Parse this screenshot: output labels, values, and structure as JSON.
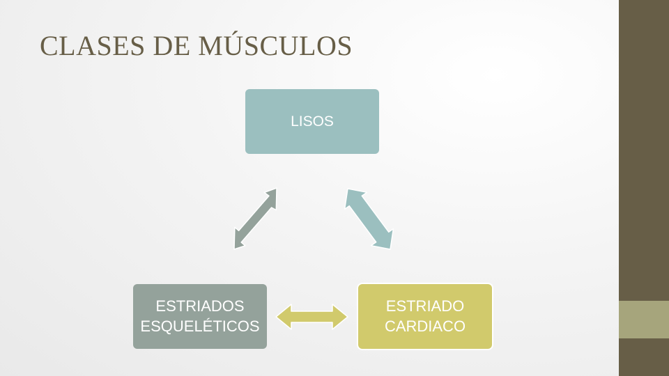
{
  "slide": {
    "title": "CLASES DE MÚSCULOS"
  },
  "diagram": {
    "nodes": {
      "lisos": "LISOS",
      "esqueleticos": "ESTRIADOS\nESQUELÉTICOS",
      "cardiaco": "ESTRIADO\nCARDIACO"
    },
    "connections": [
      {
        "from": "lisos",
        "to": "esqueleticos",
        "type": "double-arrow"
      },
      {
        "from": "lisos",
        "to": "cardiaco",
        "type": "double-arrow"
      },
      {
        "from": "esqueleticos",
        "to": "cardiaco",
        "type": "double-arrow"
      }
    ]
  },
  "colors": {
    "lisos": "#9bbfbf",
    "esqueleticos": "#94a29b",
    "cardiaco": "#d1ca6c",
    "side_bar": "#675e47",
    "side_accent": "#a6a57c",
    "title": "#675e47"
  }
}
